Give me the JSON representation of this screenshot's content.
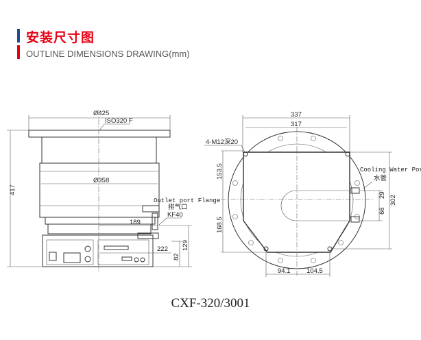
{
  "header": {
    "title": "安装尺寸图",
    "subtitle": "OUTLINE  DIMENSIONS DRAWING(mm)",
    "accent_blue": "#1f4e8c",
    "accent_red": "#e60012"
  },
  "front_view": {
    "dia_flange": "Ø425",
    "flange_type": "ISO320 F",
    "dia_body": "Ø358",
    "height": "417",
    "outlet_label": "Outlet port Flange",
    "outlet_cn": "排气口",
    "outlet_flange": "KF40",
    "dim_189": "189",
    "dim_222": "222",
    "dim_82": "82",
    "dim_129": "129"
  },
  "top_view": {
    "dim_337": "337",
    "dim_317": "317",
    "thread": "4-M12深20",
    "dim_153_5": "153.5",
    "dim_168_5": "168.5",
    "cooling_label": "Cooling Water Port",
    "cooling_cn": "水管",
    "dim_29": "29",
    "dim_66": "66",
    "dim_302": "302",
    "dim_94_1": "94.1",
    "dim_104_5": "104.5"
  },
  "caption": "CXF-320/3001"
}
